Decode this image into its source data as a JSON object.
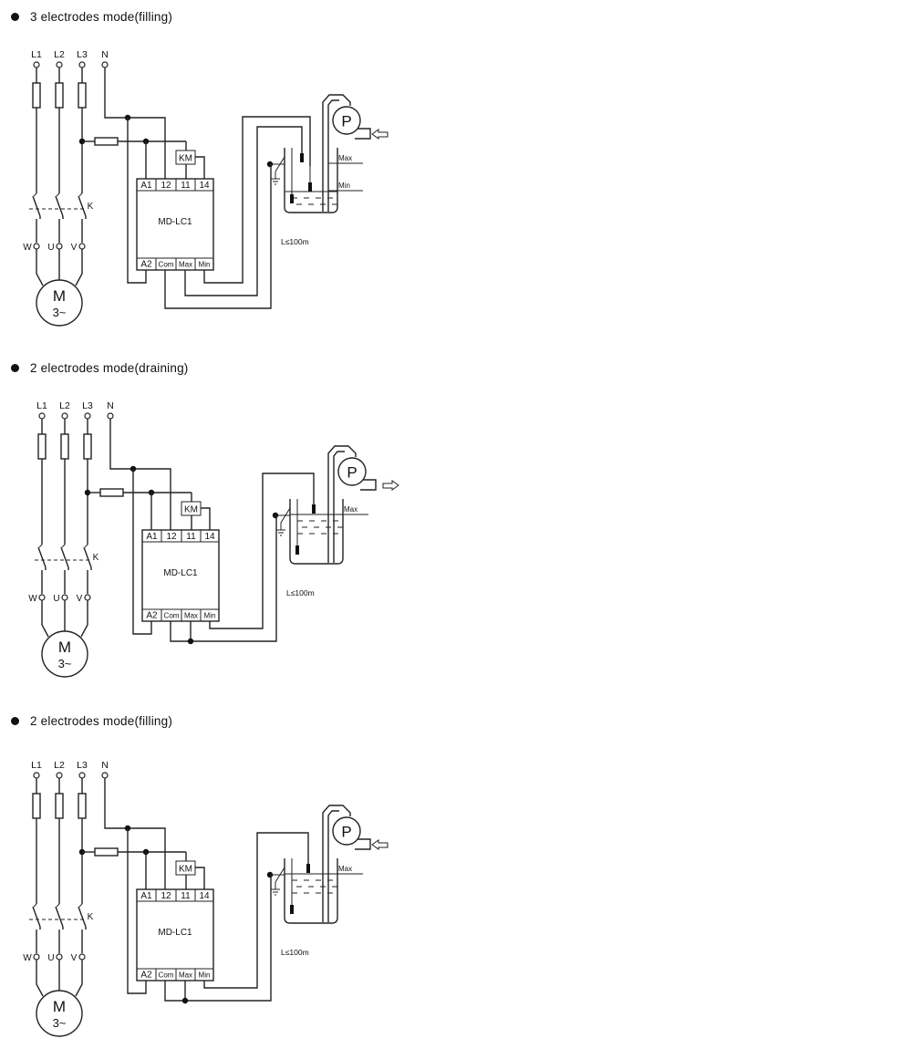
{
  "sections": [
    {
      "heading": "3 electrodes mode(filling)",
      "lines": [
        "L1",
        "L2",
        "L3",
        "N"
      ],
      "relay": "KM",
      "device": "MD-LC1",
      "top_terminals": [
        "A1",
        "12",
        "11",
        "14"
      ],
      "bottom_terminals": [
        "A2",
        "Com",
        "Max",
        "Min"
      ],
      "switch_label": "K",
      "motor_terminals": [
        "W",
        "U",
        "V"
      ],
      "motor": {
        "label": "M",
        "sub": "3~"
      },
      "pump": "P",
      "level_labels": [
        "Max",
        "Min"
      ],
      "distance": "L≤100m",
      "flow": "filling"
    },
    {
      "heading": "2 electrodes mode(draining)",
      "lines": [
        "L1",
        "L2",
        "L3",
        "N"
      ],
      "relay": "KM",
      "device": "MD-LC1",
      "top_terminals": [
        "A1",
        "12",
        "11",
        "14"
      ],
      "bottom_terminals": [
        "A2",
        "Com",
        "Max",
        "Min"
      ],
      "switch_label": "K",
      "motor_terminals": [
        "W",
        "U",
        "V"
      ],
      "motor": {
        "label": "M",
        "sub": "3~"
      },
      "pump": "P",
      "level_labels": [
        "Max"
      ],
      "distance": "L≤100m",
      "flow": "draining"
    },
    {
      "heading": "2 electrodes mode(filling)",
      "lines": [
        "L1",
        "L2",
        "L3",
        "N"
      ],
      "relay": "KM",
      "device": "MD-LC1",
      "top_terminals": [
        "A1",
        "12",
        "11",
        "14"
      ],
      "bottom_terminals": [
        "A2",
        "Com",
        "Max",
        "Min"
      ],
      "switch_label": "K",
      "motor_terminals": [
        "W",
        "U",
        "V"
      ],
      "motor": {
        "label": "M",
        "sub": "3~"
      },
      "pump": "P",
      "level_labels": [
        "Max"
      ],
      "distance": "L≤100m",
      "flow": "filling"
    }
  ]
}
